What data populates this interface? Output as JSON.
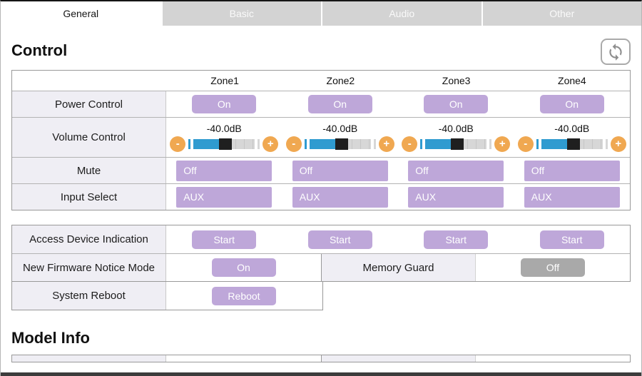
{
  "tabs": [
    {
      "label": "General",
      "active": true
    },
    {
      "label": "Basic",
      "active": false
    },
    {
      "label": "Audio",
      "active": false
    },
    {
      "label": "Other",
      "active": false
    }
  ],
  "control": {
    "title": "Control",
    "zones": [
      "Zone1",
      "Zone2",
      "Zone3",
      "Zone4"
    ],
    "power": {
      "label": "Power Control",
      "buttons": [
        "On",
        "On",
        "On",
        "On"
      ]
    },
    "volume": {
      "label": "Volume Control",
      "values": [
        "-40.0dB",
        "-40.0dB",
        "-40.0dB",
        "-40.0dB"
      ],
      "minus_label": "-",
      "plus_label": "+",
      "slider_percent": 42
    },
    "mute": {
      "label": "Mute",
      "values": [
        "Off",
        "Off",
        "Off",
        "Off"
      ]
    },
    "input": {
      "label": "Input Select",
      "values": [
        "AUX",
        "AUX",
        "AUX",
        "AUX"
      ]
    },
    "access": {
      "label": "Access Device Indication",
      "buttons": [
        "Start",
        "Start",
        "Start",
        "Start"
      ]
    },
    "firmware": {
      "label": "New Firmware Notice Mode",
      "button": "On"
    },
    "memory_guard": {
      "label": "Memory Guard",
      "button": "Off"
    },
    "reboot": {
      "label": "System Reboot",
      "button": "Reboot"
    }
  },
  "model_info": {
    "title": "Model Info"
  },
  "colors": {
    "accent_purple": "#bea7d9",
    "accent_orange": "#f0a851",
    "slider_blue": "#2f9bd0",
    "slider_thumb": "#1f1f1f",
    "off_gray": "#a9a9a9",
    "label_bg": "#efeef4",
    "inactive_tab": "#d3d3d3"
  }
}
